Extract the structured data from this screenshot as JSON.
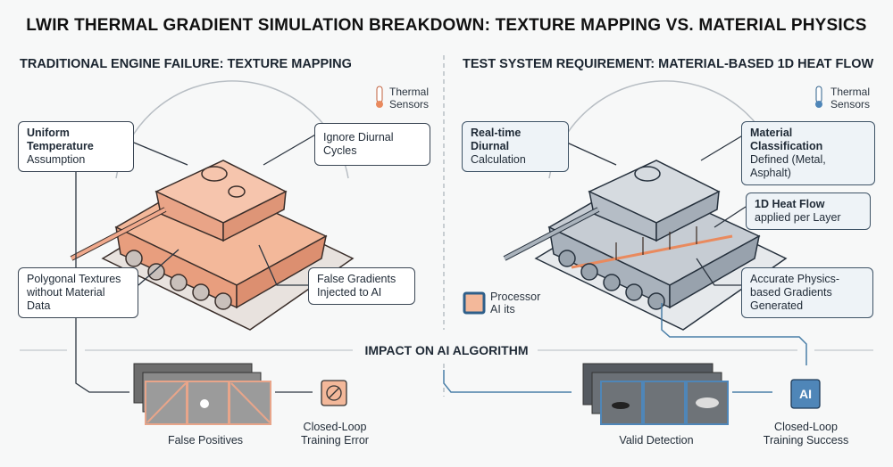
{
  "title": "LWIR THERMAL GRADIENT SIMULATION BREAKDOWN: TEXTURE MAPPING VS. MATERIAL PHYSICS",
  "left": {
    "heading": "TRADITIONAL ENGINE FAILURE: TEXTURE MAPPING",
    "legend": {
      "line1": "Thermal",
      "line2": "Sensors"
    },
    "callouts": {
      "uniform_bold": "Uniform Temperature",
      "uniform_rest": "Assumption",
      "diurnal": "Ignore Diurnal Cycles",
      "polygonal": "Polygonal Textures without Material Data",
      "false_gradients": "False Gradients Injected to AI"
    },
    "frames_caption": "False Positives",
    "chip_caption_1": "Closed-Loop",
    "chip_caption_2": "Training Error",
    "accent": "#f0a98c"
  },
  "right": {
    "heading": "TEST SYSTEM REQUIREMENT: MATERIAL-BASED 1D HEAT FLOW",
    "legend": {
      "line1": "Thermal",
      "line2": "Sensors"
    },
    "callouts": {
      "realtime_bold": "Real-time Diurnal",
      "realtime_rest": "Calculation",
      "material_bold": "Material Classification",
      "material_rest": "Defined (Metal, Asphalt)",
      "heatflow_bold": "1D Heat Flow",
      "heatflow_rest": "applied per Layer",
      "accurate": "Accurate Physics-based Gradients Generated"
    },
    "processor": {
      "line1": "Processor",
      "line2": "AI its"
    },
    "frames_caption": "Valid Detection",
    "chip_label": "AI",
    "chip_caption_1": "Closed-Loop",
    "chip_caption_2": "Training Success",
    "accent": "#4f86b8"
  },
  "impact_heading": "IMPACT ON AI ALGORITHM"
}
